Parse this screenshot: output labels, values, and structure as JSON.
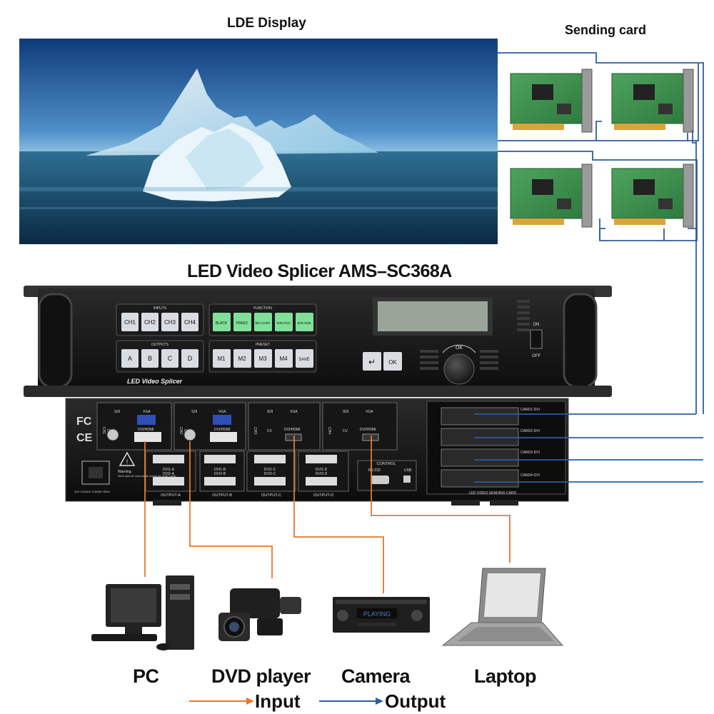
{
  "labels": {
    "display_title": "LDE  Display",
    "sending_card_title": "Sending card",
    "splicer_title": "LED Video Splicer AMS–SC368A"
  },
  "front_panel": {
    "group_inputs": "INPUTS",
    "group_outputs": "OUTPUTS",
    "group_function": "FUNCTION",
    "group_preset": "PRESET",
    "inputs": [
      "CH1",
      "CH2",
      "CH3",
      "CH4"
    ],
    "outputs": [
      "A",
      "B",
      "C",
      "D"
    ],
    "functions": [
      "BLACK",
      "FREEZ",
      "BRI CONT",
      "WIN POS",
      "WIN SIZE"
    ],
    "presets": [
      "M1",
      "M2",
      "M3",
      "M4",
      "SAVE"
    ],
    "back_button": "↵",
    "ok_button": "OK",
    "knob_label": "OK",
    "power_on": "ON",
    "power_off": "OFF",
    "brand": "LED Video Splicer"
  },
  "rear_panel": {
    "channels": [
      {
        "id": "CH1",
        "ports": [
          "SDI",
          "VGA",
          "CV",
          "DVI/HDMI"
        ]
      },
      {
        "id": "CH2",
        "ports": [
          "SDI",
          "VGA",
          "CV",
          "DVI/HDMI"
        ]
      },
      {
        "id": "CH3",
        "ports": [
          "SDI",
          "VGA",
          "CV",
          "DVI/HDMI"
        ]
      },
      {
        "id": "CH4",
        "ports": [
          "SDI",
          "VGA",
          "CV",
          "DVI/HDMI"
        ]
      }
    ],
    "outputs": [
      {
        "label": "OUTPUT-A",
        "ports": [
          "DVI1-A",
          "DVI2-A"
        ]
      },
      {
        "label": "OUTPUT-B",
        "ports": [
          "DVI1-B",
          "DVI2-B"
        ]
      },
      {
        "label": "OUTPUT-C",
        "ports": [
          "DVI1-C",
          "DVI2-C"
        ]
      },
      {
        "label": "OUTPUT-D",
        "ports": [
          "DVI1-D",
          "DVI2-D"
        ]
      }
    ],
    "control_label": "CONTROL",
    "rs232": "RS-232",
    "usb": "USB",
    "cards": [
      "CARD1-DVI",
      "CARD2-DVI",
      "CARD3-DVI",
      "CARD4-DVI"
    ],
    "sending_card_caption": "LED VIDEO SENDING CARD",
    "fc_mark": "FC",
    "ce_mark": "CE",
    "warning_title": "Warning:",
    "warning_text": "When open the cover please remove the power supply",
    "power_spec": "100~240VAC 0.5A/50~60Hz"
  },
  "devices": [
    {
      "name": "PC",
      "icon": "pc-icon"
    },
    {
      "name": "DVD player",
      "icon": "camcorder-icon"
    },
    {
      "name": "Camera",
      "icon": "dvd-player-icon",
      "screen_text": "PLAYING"
    },
    {
      "name": "Laptop",
      "icon": "laptop-icon"
    }
  ],
  "legend": {
    "input_label": "Input",
    "output_label": "Output"
  },
  "colors": {
    "input_line": "#e8772a",
    "output_line": "#2f5d9e",
    "function_button": "#7fe09a",
    "device_body": "#222222"
  }
}
